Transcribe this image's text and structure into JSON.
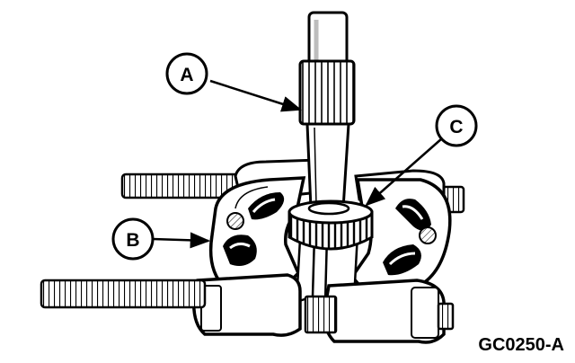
{
  "figure": {
    "id_text": "GC0250-A",
    "callouts": [
      {
        "key": "a",
        "label": "A",
        "points_to": "splined-shaft"
      },
      {
        "key": "b",
        "label": "B",
        "points_to": "bearing-separator"
      },
      {
        "key": "c",
        "label": "C",
        "points_to": "tapered-roller-bearing"
      }
    ]
  },
  "colors": {
    "ink": "#000000",
    "paper": "#ffffff",
    "shade": "#bdbdbd"
  }
}
